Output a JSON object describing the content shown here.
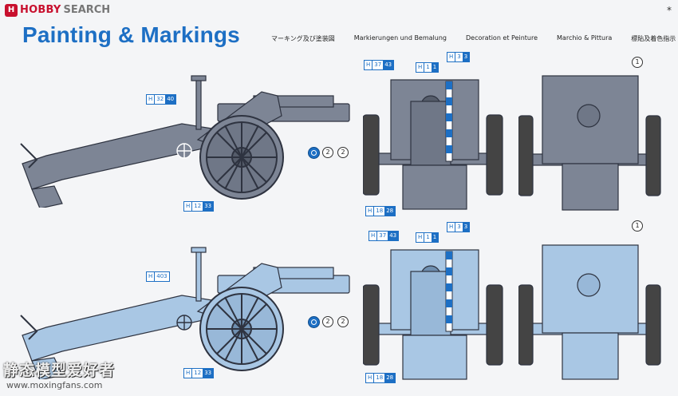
{
  "header": {
    "logo_text": "H",
    "brand_name": "HOBBY",
    "brand_search": "SEARCH",
    "corner_mark": "*"
  },
  "title": "Painting & Markings",
  "subtitles": [
    "マーキング及び塗装図",
    "Markierungen und Bemalung",
    "Decoration et Peinture",
    "Marchio & Pittura",
    "標貼及着色指示"
  ],
  "colors": {
    "title_blue": "#1d6fc4",
    "grey_scheme": "#7d8595",
    "blue_scheme": "#a9c7e4",
    "brand_red": "#c8102e"
  },
  "top_scheme": {
    "side_callouts": [
      {
        "prefix": "H",
        "code": "32",
        "number": "40"
      },
      {
        "prefix": "H",
        "code": "12",
        "number": "33"
      }
    ],
    "decal_labels": [
      "2",
      "2"
    ],
    "front_callouts": [
      {
        "prefix": "H",
        "code": "37",
        "number": "43"
      },
      {
        "prefix": "H",
        "code": "1",
        "number": "1"
      },
      {
        "prefix": "H",
        "code": "3",
        "number": "3"
      },
      {
        "prefix": "H",
        "code": "18",
        "number": "28"
      }
    ],
    "rear_marker": "1"
  },
  "bottom_scheme": {
    "side_callouts": [
      {
        "prefix": "H",
        "code": "403",
        "number": ""
      },
      {
        "prefix": "H",
        "code": "12",
        "number": "33"
      }
    ],
    "decal_labels": [
      "2",
      "2"
    ],
    "front_callouts": [
      {
        "prefix": "H",
        "code": "37",
        "number": "43"
      },
      {
        "prefix": "H",
        "code": "1",
        "number": "1"
      },
      {
        "prefix": "H",
        "code": "3",
        "number": "3"
      },
      {
        "prefix": "H",
        "code": "18",
        "number": "28"
      }
    ],
    "rear_marker": "1"
  },
  "watermark": {
    "cn": "静态模型爱好者",
    "url": "www.moxingfans.com"
  }
}
